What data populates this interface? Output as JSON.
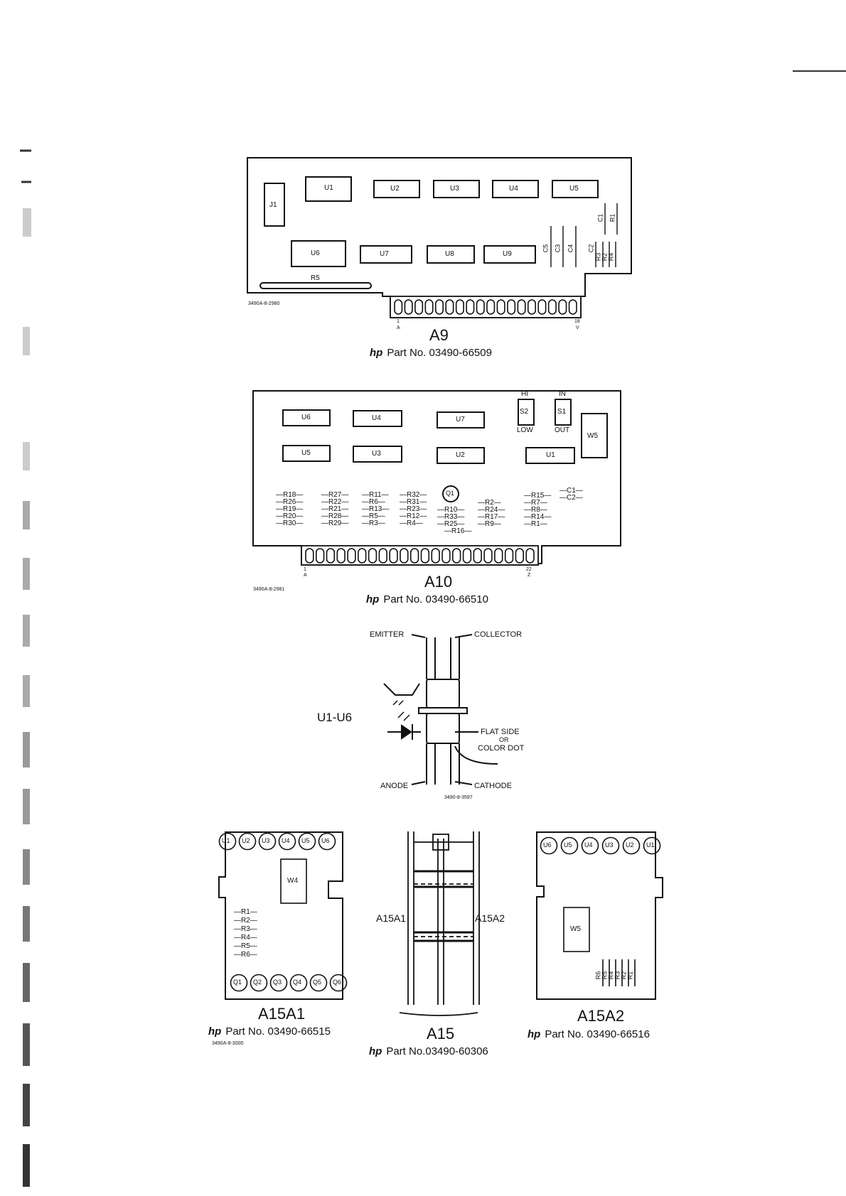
{
  "a9": {
    "title": "A9",
    "hp": "hp",
    "part": "Part No. 03490-66509",
    "code": "3490A-8-2980",
    "chips": [
      "U1",
      "U2",
      "U3",
      "U4",
      "U5",
      "U6",
      "U7",
      "U8",
      "U9",
      "J1",
      "R5"
    ],
    "caps_vertical": [
      "C5",
      "C3",
      "C4",
      "C2",
      "R3",
      "R2",
      "R4",
      "C1",
      "R1"
    ],
    "edge_start": "A",
    "edge_end": "V",
    "pin_a": "1",
    "pin_end": "18"
  },
  "a10": {
    "title": "A10",
    "hp": "hp",
    "part": "Part No. 03490-66510",
    "code": "3490A-8-2981",
    "chips_top": [
      "U6",
      "U4",
      "U7"
    ],
    "chips_bottom": [
      "U5",
      "U3",
      "U2",
      "U1"
    ],
    "switches": [
      {
        "top": "HI",
        "name": "S2",
        "bottom": "LOW"
      },
      {
        "top": "IN",
        "name": "S1",
        "bottom": "OUT"
      }
    ],
    "w5": "W5",
    "q1": "Q1",
    "res_col1": [
      "—R18—",
      "—R26—",
      "—R19—",
      "—R20—",
      "—R30—"
    ],
    "res_col2": [
      "—R27—",
      "—R22—",
      "—R21—",
      "—R28—",
      "—R29—"
    ],
    "res_col3": [
      "—R11—",
      "—R6—",
      "—R13—",
      "—R5—",
      "—R3—"
    ],
    "res_col4": [
      "—R32—",
      "—R31—",
      "—R23—",
      "—R12—",
      "—R4—"
    ],
    "res_col5": [
      "—R10—",
      "—R33—",
      "—R25—",
      "—R16—"
    ],
    "res_col6": [
      "—R2—",
      "—R24—",
      "—R17—",
      "—R9—"
    ],
    "res_col7": [
      "—R15—",
      "—R7—",
      "—R8—",
      "—R14—",
      "—R1—"
    ],
    "caps": [
      "—C1—",
      "—C2—"
    ],
    "edge_start": "A",
    "edge_end": "Z",
    "pin_a": "1",
    "pin_end": "22"
  },
  "opto": {
    "label": "U1-U6",
    "emitter": "EMITTER",
    "collector": "COLLECTOR",
    "flat1": "FLAT SIDE",
    "flat2": "OR",
    "flat3": "COLOR DOT",
    "anode": "ANODE",
    "cathode": "CATHODE",
    "code": "3490-8-3597"
  },
  "a15a1": {
    "title": "A15A1",
    "hp": "hp",
    "part": "Part No. 03490-66515",
    "code": "3490A-8-3000",
    "top_circles": [
      "U1",
      "U2",
      "U3",
      "U4",
      "U5",
      "U6"
    ],
    "bottom_circles": [
      "Q1",
      "Q2",
      "Q3",
      "Q4",
      "Q5",
      "Q6"
    ],
    "w4": "W4",
    "resistors": [
      "—R1—",
      "—R2—",
      "—R3—",
      "—R4—",
      "—R5—",
      "—R6—"
    ]
  },
  "a15": {
    "title": "A15",
    "hp": "hp",
    "part": "Part No.03490-60306",
    "left": "A15A1",
    "right": "A15A2"
  },
  "a15a2": {
    "title": "A15A2",
    "hp": "hp",
    "part": "Part No. 03490-66516",
    "top_circles": [
      "U6",
      "U5",
      "U4",
      "U3",
      "U2",
      "U1"
    ],
    "w5": "W5",
    "resistors": [
      "R6",
      "R5",
      "R4",
      "R3",
      "R2",
      "R1"
    ]
  }
}
